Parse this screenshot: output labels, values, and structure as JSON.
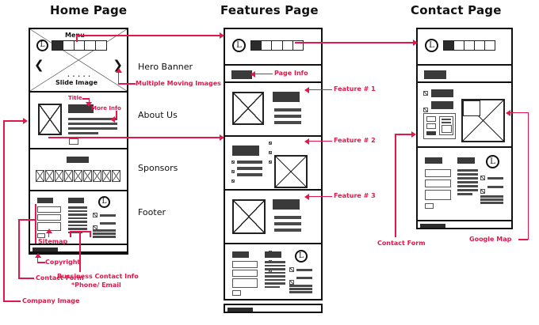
{
  "columns": {
    "home": {
      "title": "Home Page"
    },
    "features": {
      "title": "Features Page"
    },
    "contact": {
      "title": "Contact Page"
    }
  },
  "home_page": {
    "hero": {
      "menu_caption": "Menu",
      "slide_caption": "Slide Image",
      "prev_icon": "❮",
      "next_icon": "❯",
      "logo_letter": "L",
      "menu_cells": 5,
      "active_cell_index": 0
    },
    "about": {
      "title_label": "Title",
      "more_info_label": "More Info",
      "text_lines": 4
    },
    "sponsors": {
      "logo_count": 9
    },
    "footer": {
      "logo_letter": "L",
      "columns": 3,
      "form_fields": 3,
      "sitemap_lines": 9,
      "contact_lines": 2
    }
  },
  "section_labels": [
    {
      "name": "hero-banner",
      "text": "Hero Banner"
    },
    {
      "name": "about-us",
      "text": "About Us"
    },
    {
      "name": "sponsors",
      "text": "Sponsors"
    },
    {
      "name": "footer",
      "text": "Footer"
    }
  ],
  "features_page": {
    "header": {
      "logo_letter": "L",
      "menu_cells": 5,
      "active_cell_index": 0
    },
    "page_info_bar": true,
    "features": [
      {
        "label": "Feature # 1",
        "layout": "image-left"
      },
      {
        "label": "Feature # 2",
        "layout": "image-right"
      },
      {
        "label": "Feature # 3",
        "layout": "image-left"
      }
    ],
    "footer": {
      "logo_letter": "L"
    }
  },
  "contact_page": {
    "header": {
      "logo_letter": "L",
      "menu_cells": 5,
      "active_cell_index": 0
    },
    "page_info_bar": true,
    "form_rows": 2,
    "footer": {
      "logo_letter": "L"
    }
  },
  "annotations": {
    "multiple_moving_images": "Multiple Moving Images",
    "title": "Title",
    "more_info": "More Info",
    "sitemap": "Sitemap",
    "copyright": "Copyright",
    "contact_form_home": "Contact Form",
    "company_image": "Company Image",
    "business_contact_info_line1": "Bussiness Contact Info",
    "business_contact_info_line2": "*Phone/ Email",
    "page_info": "Page Info",
    "feature_1": "Feature # 1",
    "feature_2": "Feature # 2",
    "feature_3": "Feature # 3",
    "contact_form": "Contact Form",
    "google_map": "Google Map"
  },
  "colors": {
    "annotation_red": "#e3174a",
    "ink": "#111111",
    "block_fill": "#3a3a3a"
  }
}
